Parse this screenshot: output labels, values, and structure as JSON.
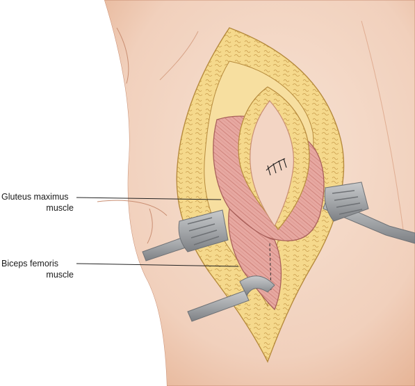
{
  "labels": {
    "gluteus": {
      "line1": "Gluteus maximus",
      "line2": "muscle"
    },
    "biceps": {
      "line1": "Biceps femoris",
      "line2": "muscle"
    }
  },
  "colors": {
    "skin": "#f4d8c6",
    "skin_shadow": "#e8b99d",
    "skin_edge": "#c98e72",
    "fat": "#f5d98c",
    "fat_edge": "#b68a3c",
    "muscle": "#e7a8a1",
    "muscle_edge": "#a8605a",
    "wound_center": "#f3d5c4",
    "retractor": "#a9abae",
    "retractor_dark": "#6e7175",
    "leader_line": "#222222"
  }
}
